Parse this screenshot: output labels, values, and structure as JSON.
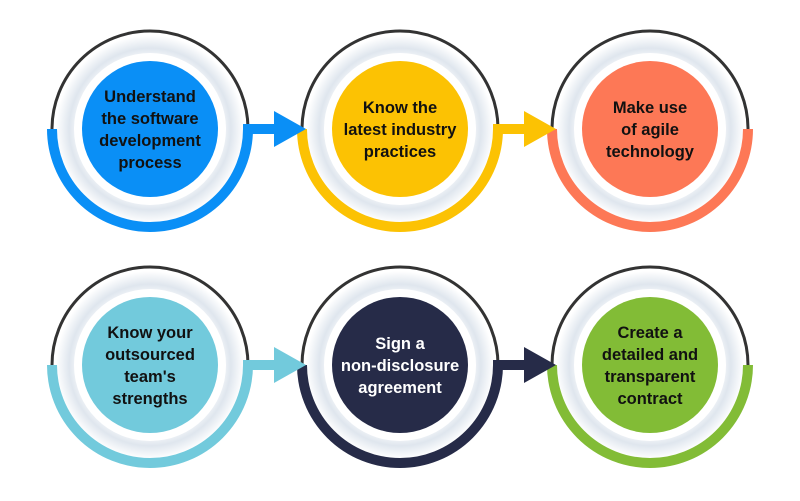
{
  "diagram": {
    "title": "",
    "type": "process-flow",
    "rows": 2,
    "steps": [
      {
        "id": 1,
        "lines": [
          "Understand",
          "the software",
          "development",
          "process"
        ],
        "color": "#0a8ff6",
        "text_color": "#111111",
        "row": 0,
        "col": 0
      },
      {
        "id": 2,
        "lines": [
          "Know the",
          "latest industry",
          "practices"
        ],
        "color": "#fcc203",
        "text_color": "#111111",
        "row": 0,
        "col": 1
      },
      {
        "id": 3,
        "lines": [
          "Make use",
          "of agile",
          "technology"
        ],
        "color": "#fd7856",
        "text_color": "#111111",
        "row": 0,
        "col": 2
      },
      {
        "id": 4,
        "lines": [
          "Know your",
          "outsourced",
          "team's",
          "strengths"
        ],
        "color": "#72cadc",
        "text_color": "#111111",
        "row": 1,
        "col": 0
      },
      {
        "id": 5,
        "lines": [
          "Sign a",
          "non-disclosure",
          "agreement"
        ],
        "color": "#262b48",
        "text_color": "#ffffff",
        "row": 1,
        "col": 1
      },
      {
        "id": 6,
        "lines": [
          "Create a",
          "detailed and",
          "transparent",
          "contract"
        ],
        "color": "#82bc36",
        "text_color": "#111111",
        "row": 1,
        "col": 2
      }
    ],
    "connectors": [
      {
        "from": 1,
        "to": 2
      },
      {
        "from": 2,
        "to": 3
      },
      {
        "from": 4,
        "to": 5
      },
      {
        "from": 5,
        "to": 6
      }
    ],
    "ring_color": "#333333"
  }
}
